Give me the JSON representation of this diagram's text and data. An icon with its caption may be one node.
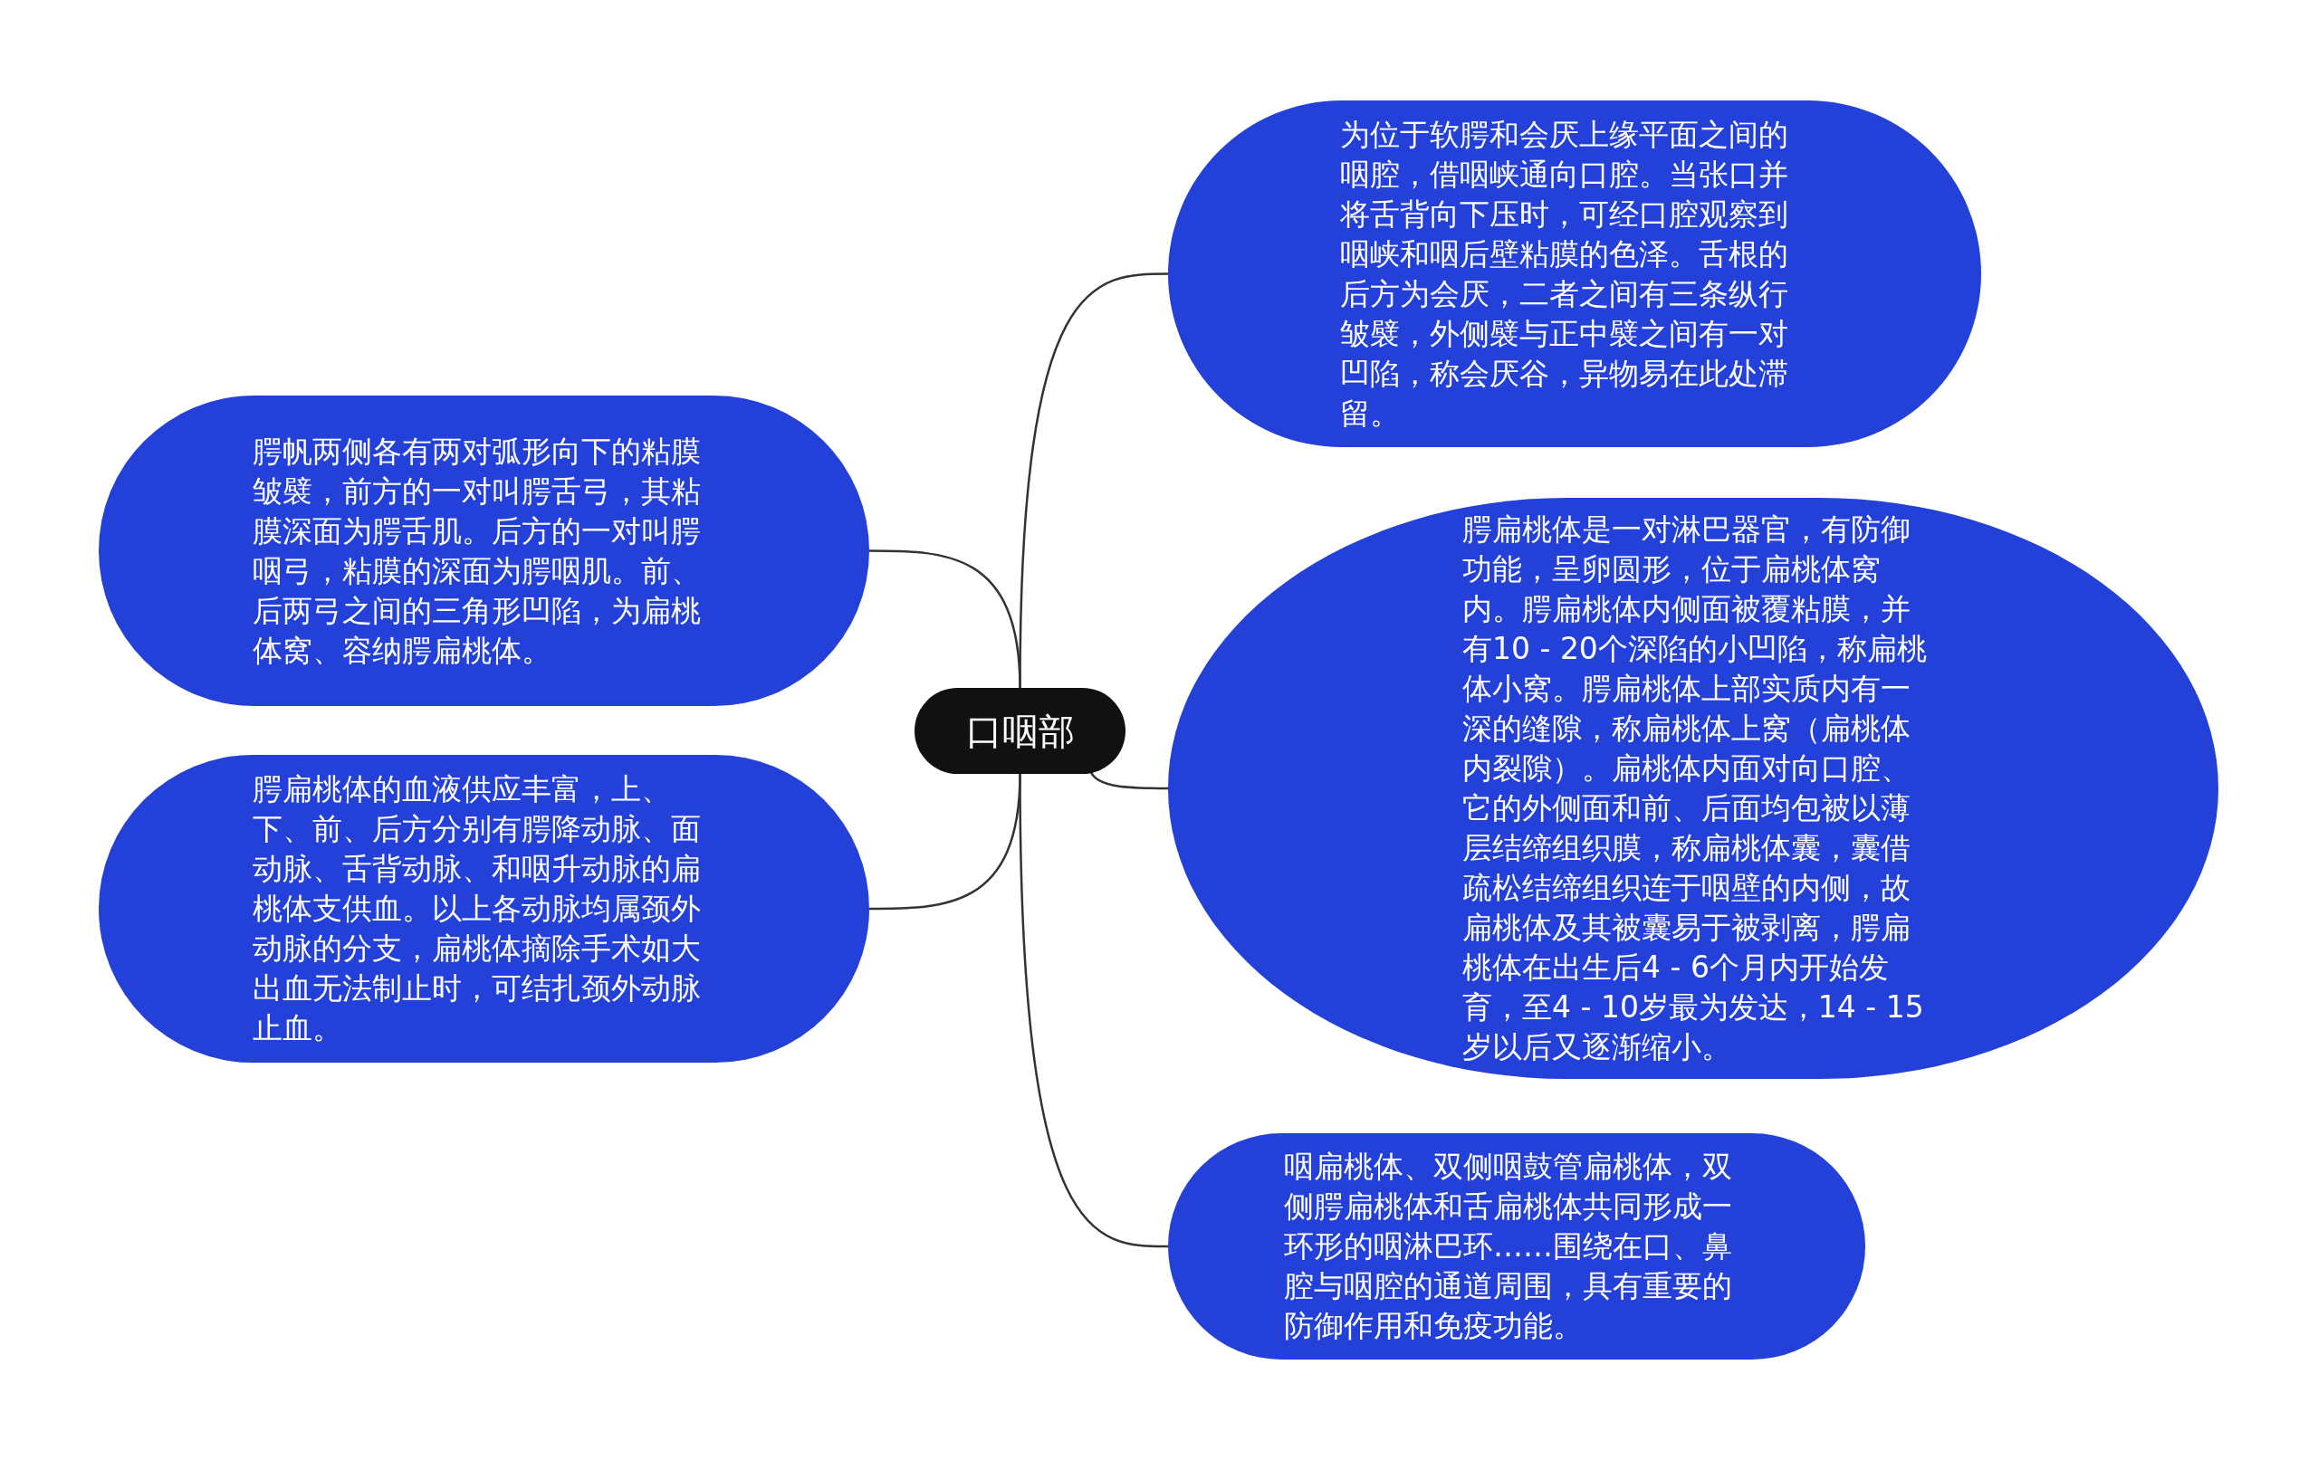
{
  "diagram": {
    "nodes": [
      {
        "text": [
          "口咽部"
        ]
      },
      {
        "text": [
          "为位于软腭和会厌上缘平面之间的咽腔，借咽峡通向口腔。当张口并将舌背向下压时，可经口腔观察到咽峡和咽后壁粘膜的色泽。舌根的后方为会厌，二者之间有三条纵行皱襞，外侧襞与正中襞之间有一对凹陷，称会厌谷，异物易在此处滞留。"
        ]
      },
      {
        "text": [
          "腭扁桃体是一对淋巴器官，有防御功能，呈卵圆形，位于扁桃体窝内。腭扁桃体内侧面被覆粘膜，并有10 - 20个深陷的小凹陷，称扁桃体小窝。腭扁桃体上部实质内有一深的缝隙，称扁桃体上窝（扁桃体内裂隙）。扁桃体内面对向口腔、它的外侧面和前、后面均包被以薄层结缔组织膜，称扁桃体囊，囊借疏松结缔组织连于咽壁的内侧，故扁桃体及其被囊易于被剥离，腭扁桃体在出生后4 - 6个月内开始发育，至4 - 10岁最为发达，14 - 15岁以后又逐渐缩小。"
        ]
      },
      {
        "text": [
          "咽扁桃体、双侧咽鼓管扁桃体，双侧腭扁桃体和舌扁桃体共同形成一环形的咽淋巴环……围绕在口、鼻腔与咽腔的通道周围，具有重要的防御作用和免疫功能。"
        ]
      },
      {
        "text": [
          "腭帆两侧各有两对弧形向下的粘膜皱襞，前方的一对叫腭舌弓，其粘膜深面为腭舌肌。后方的一对叫腭咽弓，粘膜的深面为腭咽肌。前、后两弓之间的三角形凹陷，为扁桃体窝、容纳腭扁桃体。"
        ]
      },
      {
        "text": [
          "腭扁桃体的血液供应丰富，上、下、前、后方分别有腭降动脉、面动脉、舌背动脉、和咽升动脉的扁桃体支供血。以上各动脉均属颈外动脉的分支，扁桃体摘除手术如大出血无法制止时，可结扎颈外动脉止血。"
        ]
      }
    ],
    "edges": [
      {
        "from": 0,
        "to": 1,
        "arrow": "none"
      },
      {
        "from": 0,
        "to": 2,
        "arrow": "none"
      },
      {
        "from": 0,
        "to": 3,
        "arrow": "none"
      },
      {
        "from": 0,
        "to": 4,
        "arrow": "none"
      },
      {
        "from": 0,
        "to": 5,
        "arrow": "none"
      }
    ]
  }
}
